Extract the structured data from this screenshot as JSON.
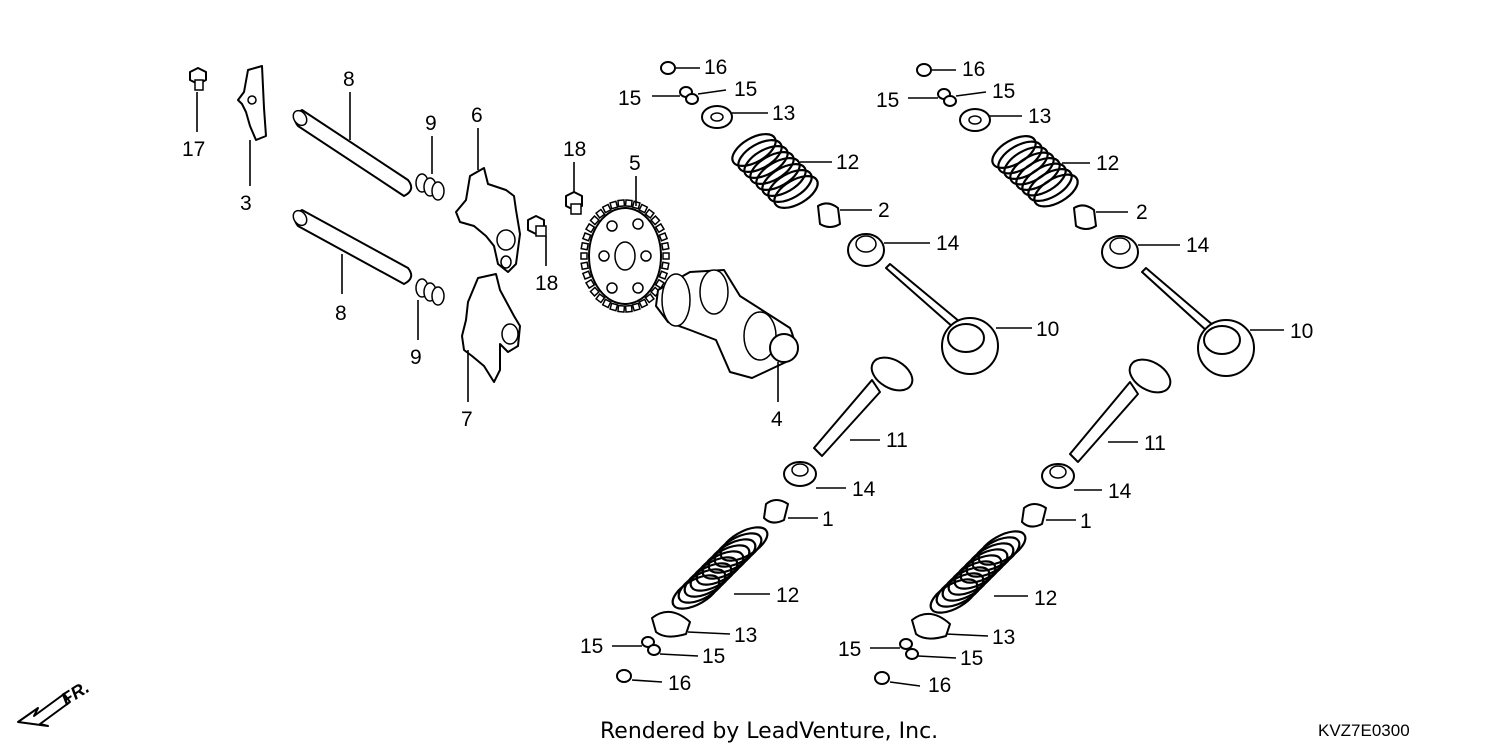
{
  "callouts": {
    "c1a": "1",
    "c1b": "1",
    "c2a": "2",
    "c2b": "2",
    "c3": "3",
    "c4": "4",
    "c5": "5",
    "c6": "6",
    "c7": "7",
    "c8a": "8",
    "c8b": "8",
    "c9a": "9",
    "c9b": "9",
    "c10a": "10",
    "c10b": "10",
    "c11a": "11",
    "c11b": "11",
    "c12a": "12",
    "c12b": "12",
    "c12c": "12",
    "c12d": "12",
    "c13a": "13",
    "c13b": "13",
    "c13c": "13",
    "c13d": "13",
    "c14a": "14",
    "c14b": "14",
    "c14c": "14",
    "c14d": "14",
    "c15a": "15",
    "c15b": "15",
    "c15c": "15",
    "c15d": "15",
    "c15e": "15",
    "c15f": "15",
    "c15g": "15",
    "c15h": "15",
    "c16a": "16",
    "c16b": "16",
    "c16c": "16",
    "c16d": "16",
    "c17": "17",
    "c18a": "18",
    "c18b": "18"
  },
  "direction_label": "FR.",
  "footer": "Rendered by LeadVenture, Inc.",
  "diagram_code": "KVZ7E0300"
}
